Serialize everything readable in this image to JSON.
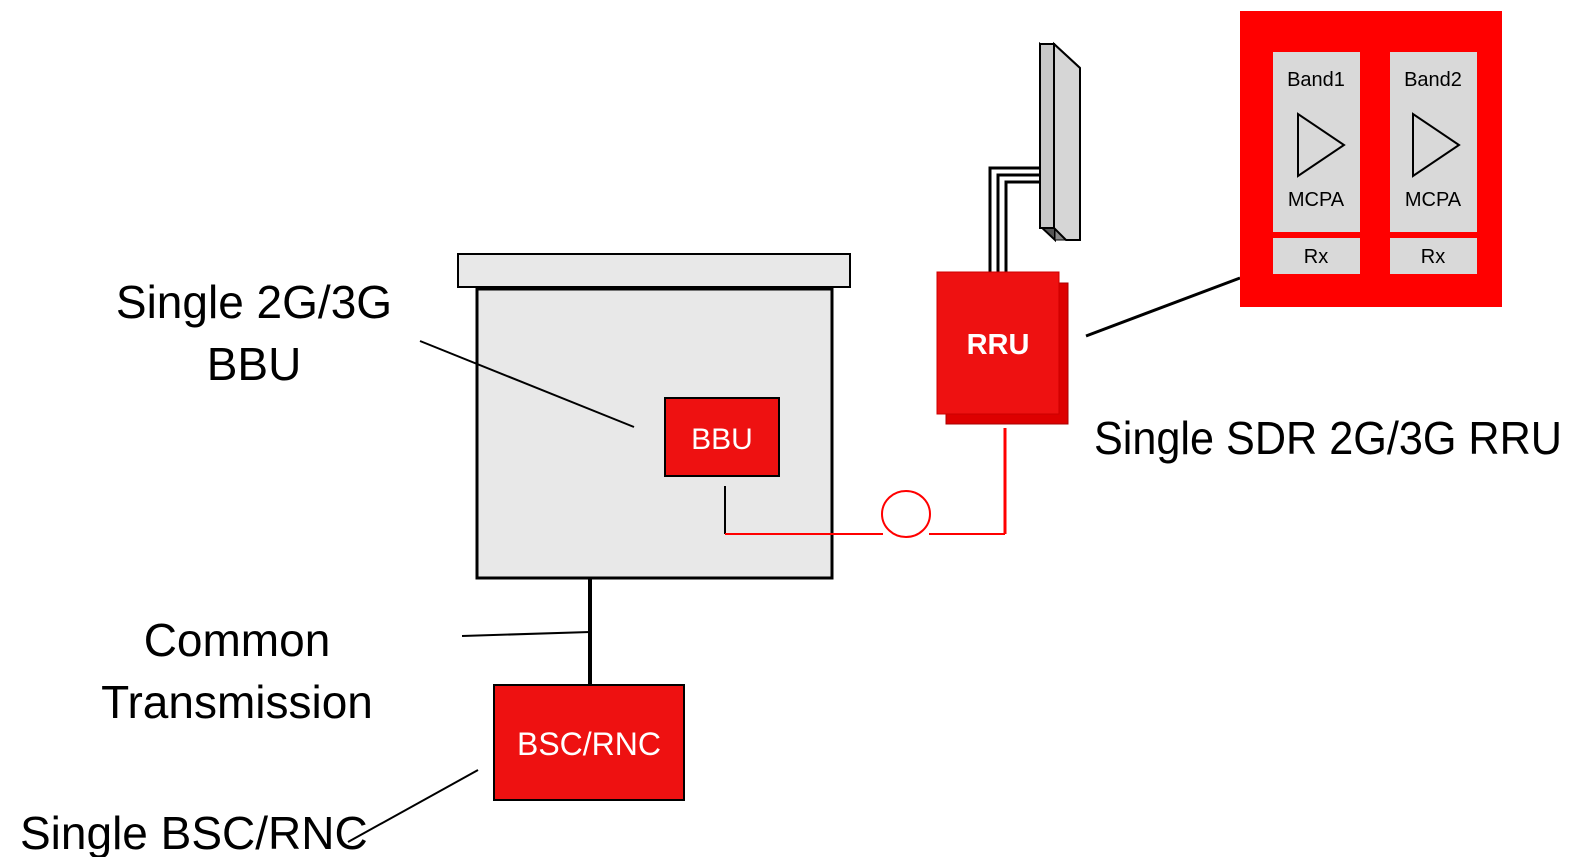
{
  "labels": {
    "bbu_caption_line1": "Single 2G/3G",
    "bbu_caption_line2": "BBU",
    "transmission_line1": "Common",
    "transmission_line2": "Transmission",
    "bsc_caption": "Single BSC/RNC",
    "rru_caption": "Single SDR 2G/3G RRU"
  },
  "boxes": {
    "bbu": "BBU",
    "bsc_rnc": "BSC/RNC",
    "rru": "RRU"
  },
  "rru_detail": {
    "bands": [
      {
        "band": "Band1",
        "amp": "MCPA",
        "rx": "Rx"
      },
      {
        "band": "Band2",
        "amp": "MCPA",
        "rx": "Rx"
      }
    ]
  },
  "colors": {
    "accent_red": "#ff0000",
    "box_red": "#ee1111",
    "cabinet_gray": "#e8e8e8",
    "panel_gray": "#d9d9d9"
  }
}
